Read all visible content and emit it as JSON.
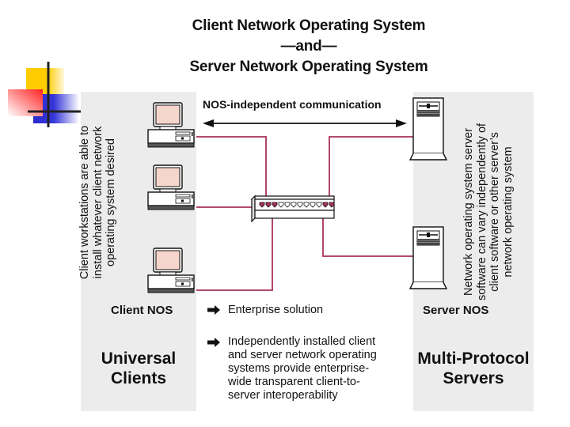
{
  "title": {
    "line1": "Client Network Operating System",
    "line2": "—and—",
    "line3": "Server Network Operating System"
  },
  "colors": {
    "panel_bg": "#ececec",
    "wire": "#a8325e",
    "monitor_screen": "#f6d5cc",
    "deco_yellow": "#ffcc00",
    "deco_red": "#ff3030",
    "deco_blue": "#2a2ad0"
  },
  "left_panel": {
    "description": [
      "Client workstations are able to",
      "install whatever client network",
      "operating system desired"
    ],
    "nos_label": "Client NOS",
    "heading": [
      "Universal",
      "Clients"
    ],
    "workstation_count": 3
  },
  "right_panel": {
    "description": [
      "Network operating system server",
      "software can vary independently of",
      "client software or other server’s",
      "network operating system"
    ],
    "nos_label": "Server NOS",
    "heading": [
      "Multi-Protocol",
      "Servers"
    ],
    "server_count": 2
  },
  "center": {
    "communication_label": "NOS-independent communication",
    "hub_port_count": 12,
    "bullets": [
      {
        "icon": "arrow-right-icon",
        "lines": [
          "Enterprise solution"
        ]
      },
      {
        "icon": "arrow-right-icon",
        "lines": [
          "Independently installed client",
          "and server network operating",
          "systems provide enterprise-",
          "wide transparent client-to-",
          "server interoperability"
        ]
      }
    ]
  }
}
